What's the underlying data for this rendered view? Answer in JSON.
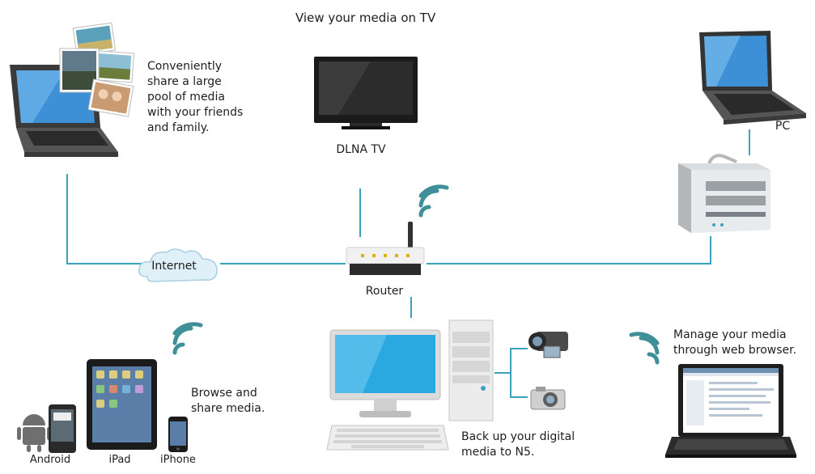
{
  "title": "View your media on TV",
  "labels": {
    "tv": "DLNA TV",
    "pc": "PC",
    "internet": "Internet",
    "router": "Router",
    "android": "Android",
    "ipad": "iPad",
    "iphone": "iPhone"
  },
  "captions": {
    "share": [
      "Conveniently",
      "share a large",
      "pool of media",
      "with your friends",
      "and family."
    ],
    "browse": [
      "Browse and",
      "share media."
    ],
    "backup": [
      "Back up your digital",
      "media to N5."
    ],
    "manage": [
      "Manage your media",
      "through web browser."
    ]
  },
  "colors": {
    "wire": "#3aa2bd",
    "wifi": "#3f8f98",
    "cloud": "#dff0f8",
    "screen": "#3d8fd6"
  }
}
